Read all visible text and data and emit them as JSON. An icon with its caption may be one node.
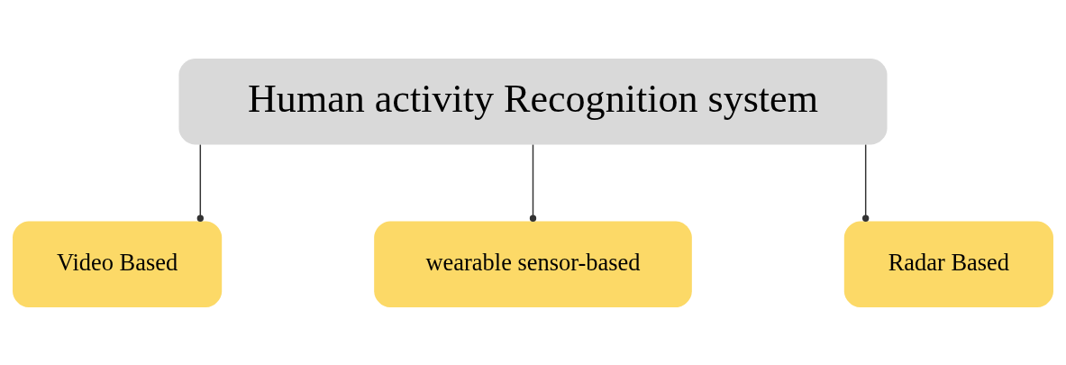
{
  "diagram": {
    "nodes": [
      {
        "text": [
          "Human activity Recognition system"
        ]
      },
      {
        "text": [
          "Video Based"
        ]
      },
      {
        "text": [
          "wearable sensor-based"
        ]
      },
      {
        "text": [
          "Radar Based"
        ]
      }
    ],
    "edges": [
      {
        "from": 0,
        "to": 1,
        "arrow": "other"
      },
      {
        "from": 0,
        "to": 2,
        "arrow": "other"
      },
      {
        "from": 0,
        "to": 3,
        "arrow": "other"
      }
    ]
  }
}
